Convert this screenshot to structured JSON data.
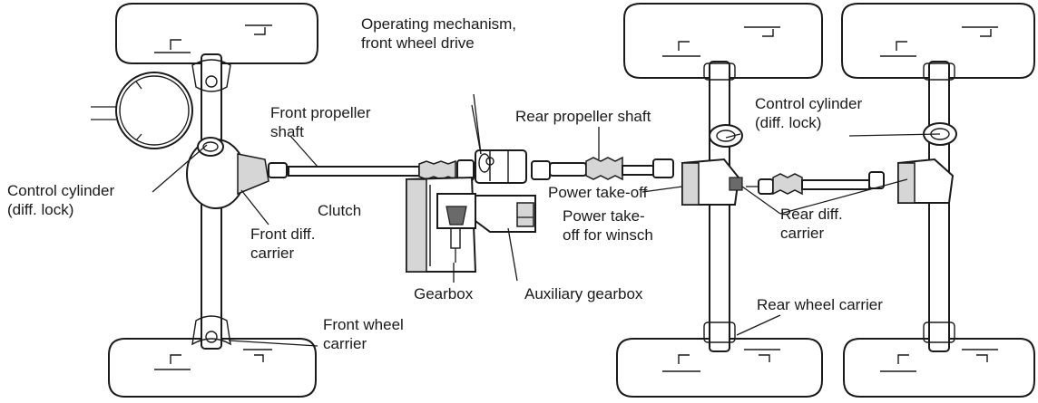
{
  "labels": {
    "operating_mechanism": "Operating mechanism,\nfront wheel drive",
    "front_propeller_shaft": "Front propeller\nshaft",
    "rear_propeller_shaft": "Rear propeller shaft",
    "control_cylinder_right": "Control cylinder\n(diff. lock)",
    "control_cylinder_left": "Control cylinder\n(diff. lock)",
    "clutch": "Clutch",
    "power_take_off": "Power take-off",
    "power_take_off_winsch": "Power take-\noff for winsch",
    "rear_diff_carrier": "Rear diff.\ncarrier",
    "front_diff_carrier": "Front diff.\ncarrier",
    "gearbox": "Gearbox",
    "auxiliary_gearbox": "Auxiliary gearbox",
    "rear_wheel_carrier": "Rear wheel carrier",
    "front_wheel_carrier": "Front wheel\ncarrier"
  },
  "colors": {
    "ink": "#1a1a1a",
    "paper": "#ffffff",
    "shade": "#d6d6d6"
  }
}
